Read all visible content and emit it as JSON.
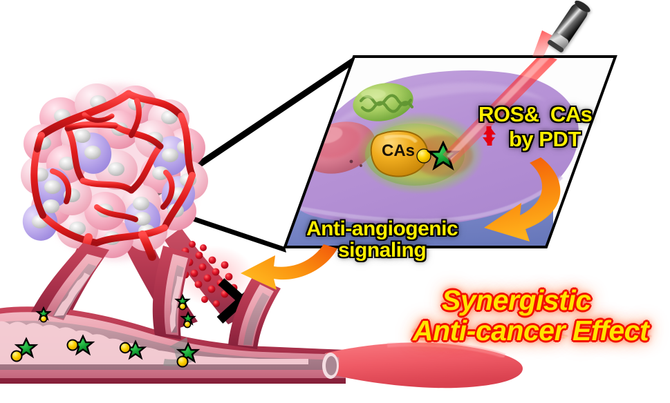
{
  "figure": {
    "kind": "graphical-abstract",
    "background": "#ffffff"
  },
  "labels": {
    "ros_line": "ROS ⬆ &  CAs ⬇",
    "ros_text": "ROS",
    "amp_text": "&",
    "cas_text": "CAs",
    "pdt_line": "by PDT",
    "anti_angiogenic_line1": "Anti-angiogenic",
    "anti_angiogenic_line2": "signaling",
    "synergistic_line1": "Synergistic",
    "synergistic_line2": "Anti-cancer Effect",
    "cas_organelle": "CAs"
  },
  "colors": {
    "label_yellow": "#ffef00",
    "label_outline_black": "#000000",
    "synergy_yellow": "#ffe400",
    "synergy_outline_red": "#f21000",
    "arrow_up_red": "#e60012",
    "arrow_down_red": "#e60012",
    "orange_arrow_start": "#f2610a",
    "orange_arrow_end": "#ffb11b",
    "cell_cytoplasm_purple": "#b38fd1",
    "cell_membrane_blue": "#7b88c8",
    "mitochondria_green": "#8fc44f",
    "nucleus_pink": "#e4859a",
    "cas_organelle_orange": "#e8a416",
    "nanostar_green": "#0f8f2e",
    "nanodot_yellow": "#ffd400",
    "laser_red": "#ff2a2a",
    "tumor_cell_pink": "#f4a9bd",
    "tumor_cell_purple": "#b3a0e0",
    "tumor_vessel_red": "#e01b1b",
    "vessel_wall_pink": "#e8a0ab",
    "vessel_lumen": "#b58a96",
    "vessel_dark_red": "#b03347",
    "signal_dot_red": "#e01428",
    "block_x_black": "#000000",
    "flow_arrow_gray": "#8c8c8c",
    "callout_line_black": "#000000"
  },
  "elements": {
    "laser_device": "laser-pointer",
    "callout": "zoom-callout-lines",
    "cell_panel": "cell-parallelogram",
    "tumor": "tumor-spheroid",
    "vessel": "blood-vessel",
    "block_mark": "blocked-x-mark",
    "signal_dots_count": 22,
    "nanostars_in_vessel": 7,
    "orange_arrow_count": 2
  }
}
